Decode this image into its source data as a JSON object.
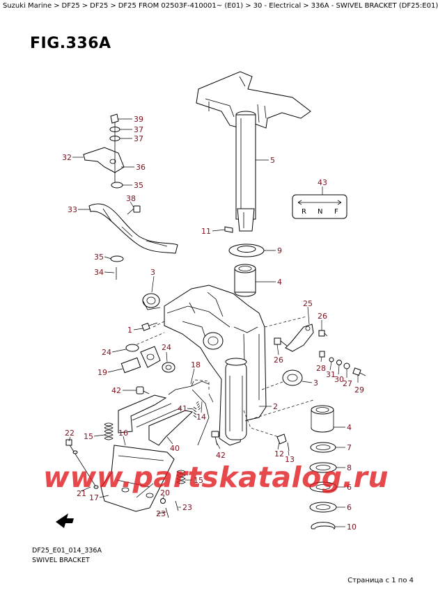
{
  "breadcrumb": [
    "Suzuki Marine",
    "DF25",
    "DF25",
    "DF25 FROM 02503F-410001~ (E01)",
    "30 - Electrical",
    "336A - SWIVEL BRACKET (DF25:E01)"
  ],
  "breadcrumb_separator": ">",
  "figure_title": "FIG.336A",
  "footer_code": "DF25_E01_014_336A",
  "footer_name": "SWIVEL BRACKET",
  "pager": "Страница с 1 по 4",
  "watermark": "www.partskatalog.ru",
  "shift_label": {
    "left": "R",
    "middle": "N",
    "right": "F"
  },
  "callouts": {
    "c39": "39",
    "c37a": "37",
    "c37b": "37",
    "c32": "32",
    "c36": "36",
    "c35a": "35",
    "c33": "33",
    "c38": "38",
    "c35b": "35",
    "c34": "34",
    "c3a": "3",
    "c1": "1",
    "c24a": "24",
    "c24b": "24",
    "c19": "19",
    "c42a": "42",
    "c18": "18",
    "c41": "41",
    "c14": "14",
    "c22": "22",
    "c15a": "15",
    "c16": "16",
    "c40": "40",
    "c42b": "42",
    "c21": "21",
    "c15b": "15",
    "c17": "17",
    "c20": "20",
    "c23a": "23",
    "c23b": "23",
    "c5": "5",
    "c43": "43",
    "c11": "11",
    "c9": "9",
    "c4a": "4",
    "c25": "25",
    "c26a": "26",
    "c26b": "26",
    "c28": "28",
    "c31": "31",
    "c30": "30",
    "c27": "27",
    "c29": "29",
    "c3b": "3",
    "c2": "2",
    "c4b": "4",
    "c7": "7",
    "c12": "12",
    "c13": "13",
    "c8": "8",
    "c6a": "6",
    "c6b": "6",
    "c10": "10"
  },
  "colors": {
    "callout": "#7a0f1a",
    "watermark": "#e0161b",
    "line": "#000000"
  }
}
